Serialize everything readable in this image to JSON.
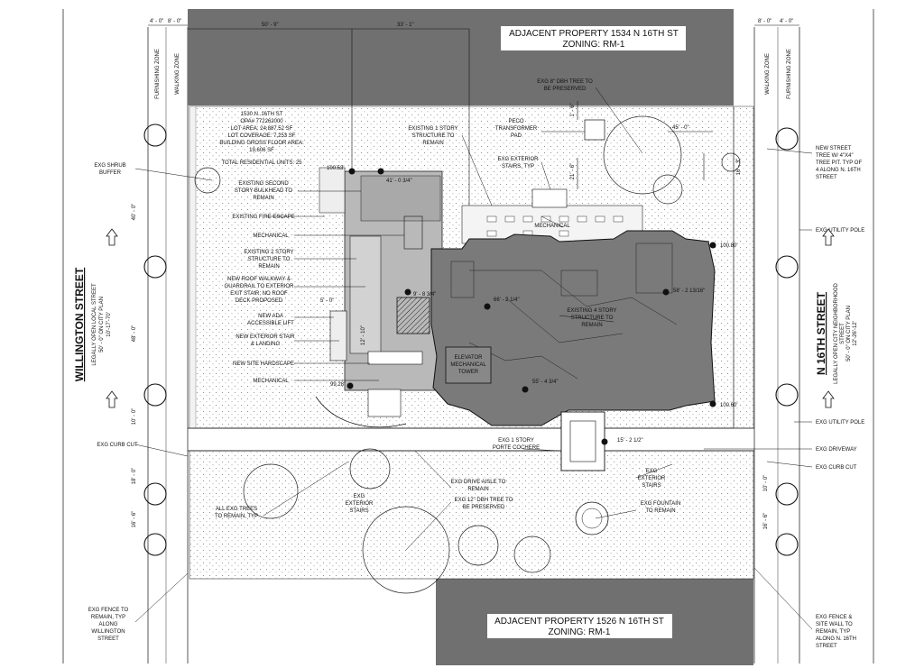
{
  "adjacent_north": {
    "line1": "ADJACENT PROPERTY 1534 N 16TH ST",
    "line2": "ZONING: RM-1"
  },
  "adjacent_south": {
    "line1": "ADJACENT PROPERTY 1526 N 16TH ST",
    "line2": "ZONING: RM-1"
  },
  "west_street": {
    "name": "WILLINGTON STREET",
    "l1": "LEGALLY OPEN LOCAL STREET",
    "l2": "50' - 0\" ON CITY PLAN",
    "l3": "10'-17'-70'"
  },
  "east_street": {
    "name": "N 16TH STREET",
    "l1": "LEGALLY OPEN CITY NEIGHBORHOOD",
    "l2": "STREET",
    "l3": "50' - 0\" ON CITY PLAN",
    "l4": "12'-26'-12'"
  },
  "site_info": [
    "1530 N. 16TH ST",
    "OPA# 772262000",
    "LOT AREA: 24,887.52 SF",
    "LOT COVERAGE: 7,253 SF",
    "BUILDING GROSS FLOOR AREA:",
    "19,606 SF",
    "TOTAL RESIDENTIAL UNITS: 25"
  ],
  "zones": {
    "furnishing": "FURNISHING ZONE",
    "walking": "WALKING ZONE"
  },
  "dims": {
    "top_w1": "4' - 0\"",
    "top_w2": "8' - 0\"",
    "top_a": "50' - 9\"",
    "top_b": "33' - 1\"",
    "top_e1": "8' - 0\"",
    "top_e2": "4' - 0\"",
    "d_41": "41' - 0 3/4\"",
    "d_66": "66' - 2 1/4\"",
    "d_9": "9' - 8 3/4\"",
    "d_5": "5' - 0\"",
    "d_12": "12' - 10\"",
    "d_55": "55' - 4 3/4\"",
    "d_58": "58' - 2 13/16\"",
    "d_15": "15' - 2 1/2\"",
    "d_45": "45' - 0\"",
    "d_16": "16' - 3\"",
    "d_21": "21' - 6\"",
    "d_1": "1' - 6\"",
    "w_40": "40' - 0\"",
    "w_48": "48' - 0\"",
    "w_10": "10' - 0\"",
    "w_18": "18' - 0\"",
    "w_16": "16' - 6\"",
    "e_10": "10' - 0\"",
    "e_16": "16' - 6\""
  },
  "spot_elev": {
    "e1": "100.53'",
    "e2": "99.28'",
    "e3": "100.80'",
    "e4": "100.60'"
  },
  "labels_left": {
    "shrub": [
      "EXG SHRUB",
      "BUFFER"
    ],
    "second_story": [
      "EXISTING SECOND",
      "STORY BULKHEAD TO",
      "REMAIN"
    ],
    "fire_escape": [
      "EXISTING FIRE ESCAPE"
    ],
    "mech1": [
      "MECHANICAL"
    ],
    "two_story": [
      "EXISTING 2 STORY",
      "STRUCTURE TO",
      "REMAIN"
    ],
    "roof_walk": [
      "NEW ROOF WALKWAY &",
      "GUARDRAIL TO EXTERIOR",
      "EXIT STAIR, NO ROOF",
      "DECK PROPOSED"
    ],
    "ada": [
      "NEW ADA",
      "ACCESSIBLE LIFT"
    ],
    "ext_stair": [
      "NEW EXTERIOR STAIR",
      "& LANDING"
    ],
    "hardscape": [
      "NEW SITE HARDSCAPE"
    ],
    "mech2": [
      "MECHANICAL"
    ],
    "curb_w": [
      "EXG CURB CUT"
    ],
    "all_trees": [
      "ALL EXG TREES",
      "TO REMAIN, TYP"
    ],
    "exg_stairs_w": [
      "EXG",
      "EXTERIOR",
      "STAIRS"
    ],
    "fence_w": [
      "EXG FENCE TO",
      "REMAIN, TYP",
      "ALONG",
      "WILLINGTON",
      "STREET"
    ]
  },
  "labels_center": {
    "one_story": [
      "EXISTING 1 STORY",
      "STRUCTURE TO",
      "REMAIN"
    ],
    "peco": [
      "PECO",
      "TRANSFORMER",
      "PAD"
    ],
    "exg_ext_stairs": [
      "EXG EXTERIOR",
      "STAIRS, TYP"
    ],
    "dbh8": [
      "EXG 8\" DBH TREE TO",
      "BE PRESERVED"
    ],
    "mech3": [
      "MECHANICAL"
    ],
    "four_story": [
      "EXISTING 4 STORY",
      "STRUCTURE TO",
      "REMAIN"
    ],
    "elevator": [
      "ELEVATOR",
      "MECHANICAL",
      "TOWER"
    ],
    "porte": [
      "EXG 1 STORY",
      "PORTE COCHERE"
    ],
    "drive_aisle": [
      "EXG DRIVE AISLE TO",
      "REMAIN"
    ],
    "dbh12": [
      "EXG 12\" DBH TREE TO",
      "BE PRESERVED"
    ],
    "exg_stairs_e": [
      "EXG",
      "EXTERIOR",
      "STAIRS"
    ],
    "fountain": [
      "EXG FOUNTAIN",
      "TO REMAIN"
    ]
  },
  "labels_right": {
    "new_tree": [
      "NEW STREET",
      "TREE W/ 4\"X4\"",
      "TREE PIT. TYP OF",
      "4 ALONG N. 16TH",
      "STREET"
    ],
    "pole1": [
      "EXG UTILITY POLE"
    ],
    "pole2": [
      "EXG UTILITY POLE"
    ],
    "driveway": [
      "EXG DRIVEWAY"
    ],
    "curb_e": [
      "EXG CURB CUT"
    ],
    "fence_e": [
      "EXG FENCE &",
      "SITE WALL TO",
      "REMAIN, TYP",
      "ALONG N. 16TH",
      "STREET"
    ]
  }
}
